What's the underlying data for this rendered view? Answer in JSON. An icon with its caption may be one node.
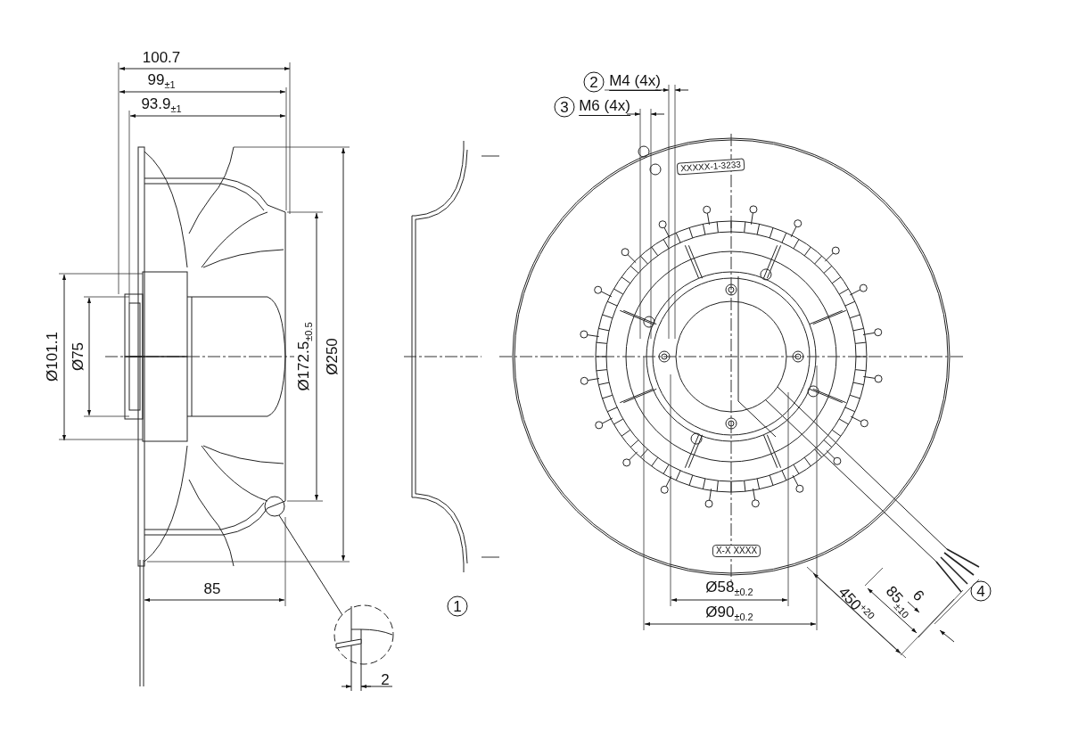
{
  "diagram": {
    "labels": [
      "100.7",
      "99$_{±1}$",
      "93.9$_{±1}$",
      "Ø101.1",
      "Ø75",
      "Ø172.5$_{±0.5}$",
      "Ø250",
      "85",
      "2",
      "1",
      "2",
      "M4 (4x)",
      "3",
      "M6 (4x)",
      "XXXXX-1-3233",
      "X-X XXXX",
      "Ø58$_{±0.2}$",
      "Ø90$_{±0.2}$",
      "6",
      "85$_{±10}$",
      "450$^{+20}$",
      "4"
    ]
  }
}
